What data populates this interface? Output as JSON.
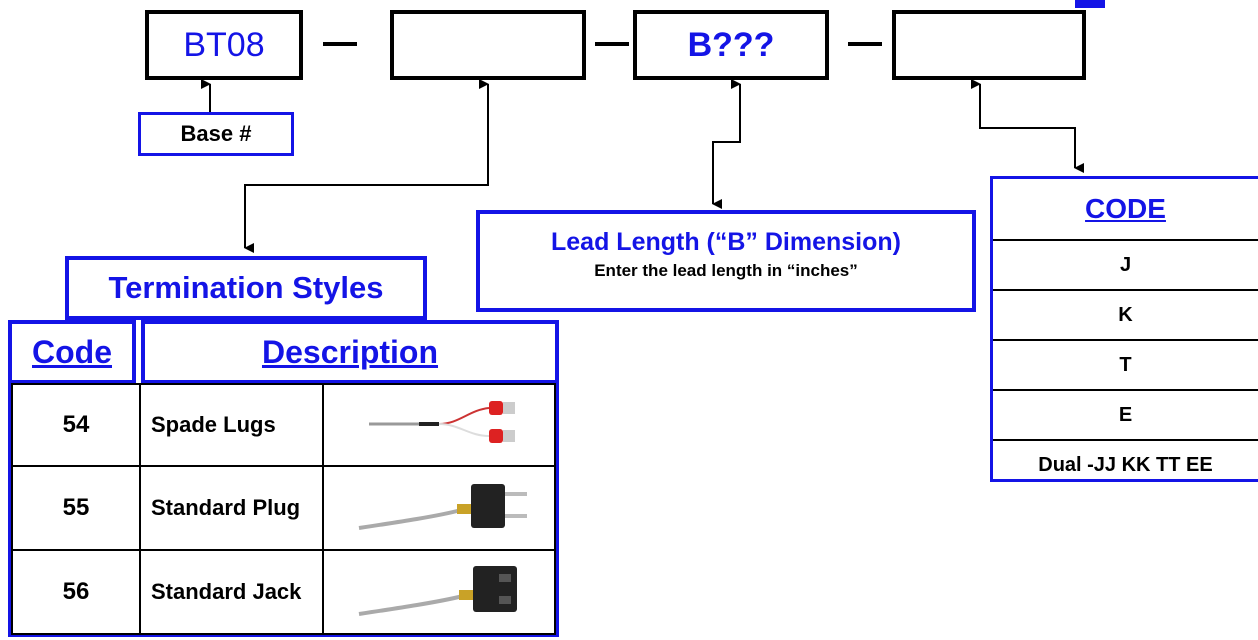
{
  "part_number": {
    "slot1": "BT08",
    "slot2": "",
    "slot3": "B???",
    "slot4": ""
  },
  "base_label": "Base #",
  "termination": {
    "title": "Termination Styles",
    "code_header": "Code",
    "description_header": "Description",
    "rows": [
      {
        "code": "54",
        "description": "Spade Lugs",
        "image": "spade-lugs-image"
      },
      {
        "code": "55",
        "description": "Standard Plug",
        "image": "standard-plug-image"
      },
      {
        "code": "56",
        "description": "Standard Jack",
        "image": "standard-jack-image"
      }
    ]
  },
  "lead_length": {
    "title": "Lead Length (“B” Dimension)",
    "subtitle": "Enter the lead length in “inches”"
  },
  "calibration": {
    "header": "CODE",
    "codes": [
      "J",
      "K",
      "T",
      "E",
      "Dual -JJ KK TT EE"
    ]
  },
  "colors": {
    "accent": "#1414e6",
    "border": "#000000"
  }
}
